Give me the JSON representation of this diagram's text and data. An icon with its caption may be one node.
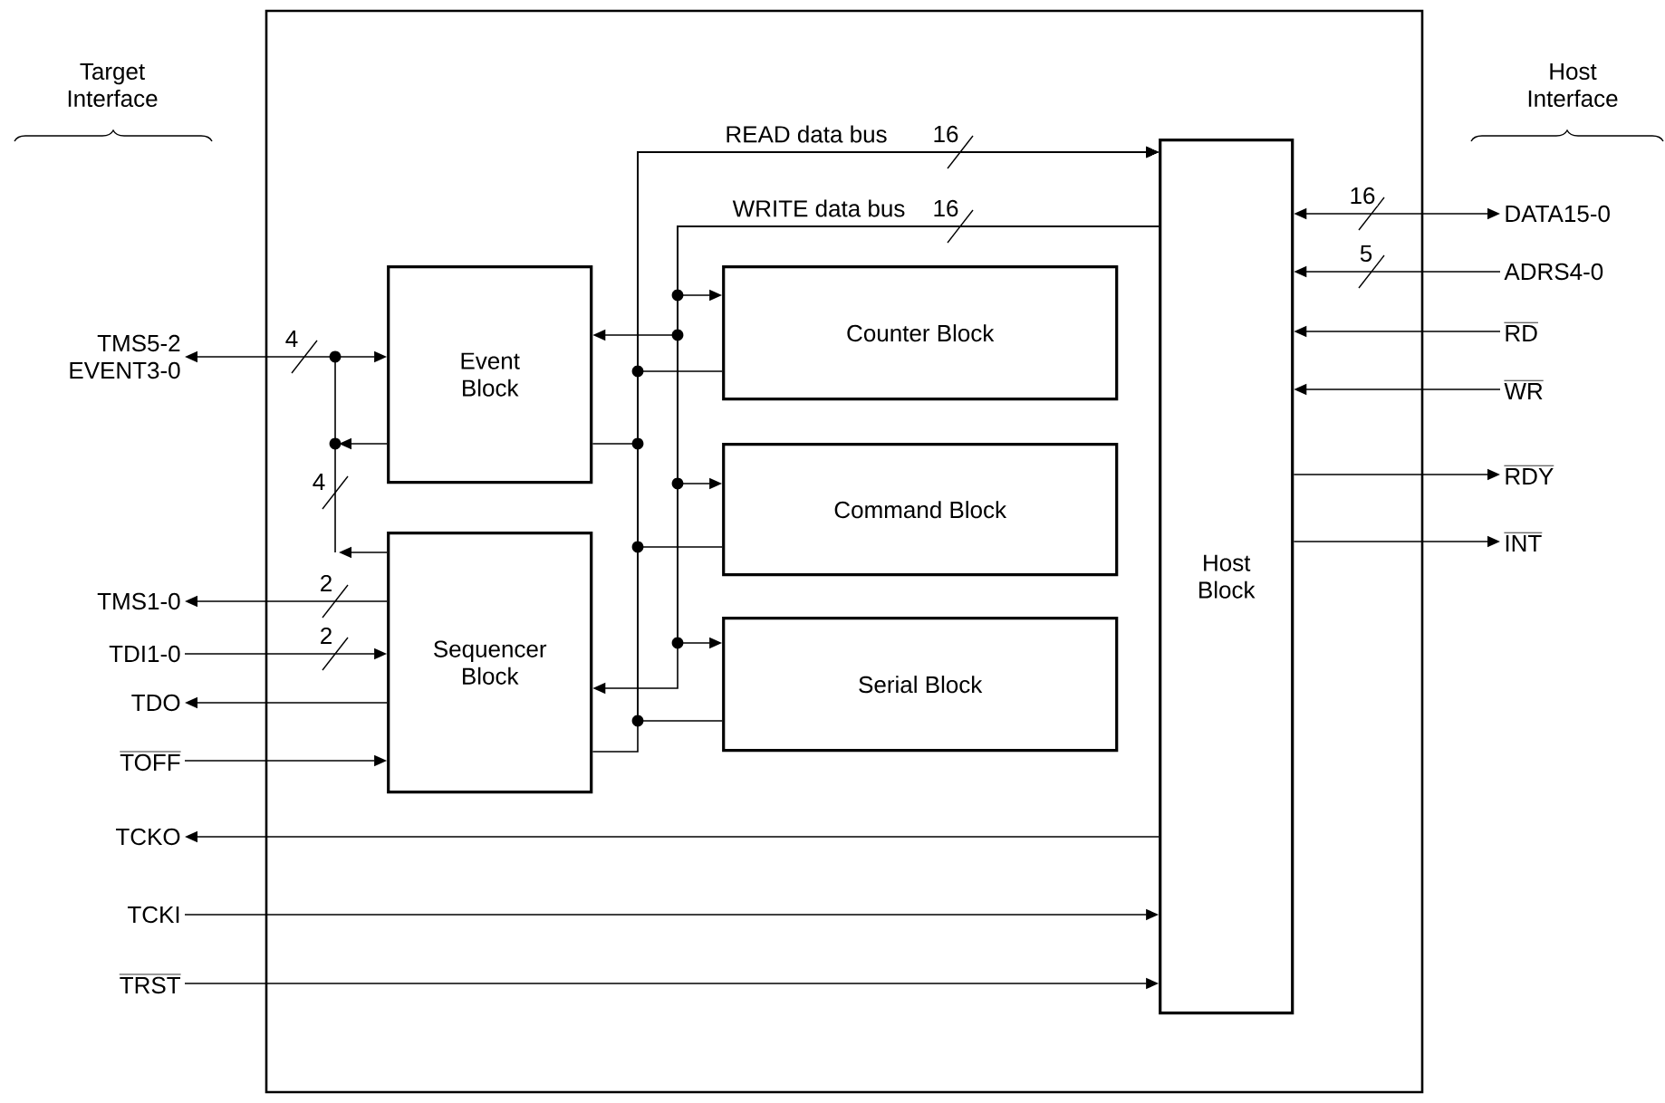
{
  "diagram": {
    "nodes": [
      {
        "text": [],
        "shape": "box"
      },
      {
        "text": [
          "Event Block"
        ],
        "in": 0
      },
      {
        "text": [
          "Sequencer Block"
        ],
        "in": 0
      },
      {
        "text": [
          "Counter Block"
        ],
        "in": 0
      },
      {
        "text": [
          "Command Block"
        ],
        "in": 0
      },
      {
        "text": [
          "Serial Block"
        ],
        "in": 0
      },
      {
        "text": [
          "Host Block"
        ],
        "in": 0
      },
      {
        "text": [
          "TMS5-2",
          "EVENT3-0"
        ]
      },
      {
        "text": [
          "TMS1-0"
        ]
      },
      {
        "text": [
          "TDI1-0"
        ]
      },
      {
        "text": [
          "TDO"
        ]
      },
      {
        "text": [
          "TOFF"
        ]
      },
      {
        "text": [
          "TCKO"
        ]
      },
      {
        "text": [
          "TCKI"
        ]
      },
      {
        "text": [
          "TRST"
        ]
      },
      {
        "text": [
          "DATA15-0"
        ]
      },
      {
        "text": [
          "ADRS4-0"
        ]
      },
      {
        "text": [
          "RD"
        ]
      },
      {
        "text": [
          "WR"
        ]
      },
      {
        "text": [
          "RDY"
        ]
      },
      {
        "text": [
          "INT"
        ]
      }
    ],
    "edges": [
      {
        "from": 1,
        "to": 7,
        "arrow": "both",
        "label": "4"
      },
      {
        "from": 1,
        "to": null,
        "arrow": "to"
      },
      {
        "from": 2,
        "to": null,
        "arrow": "to",
        "label": "4"
      },
      {
        "from": 2,
        "to": 8,
        "arrow": "to",
        "label": "2"
      },
      {
        "from": 9,
        "to": 2,
        "arrow": "to",
        "label": "2"
      },
      {
        "from": 2,
        "to": 10,
        "arrow": "to"
      },
      {
        "from": 11,
        "to": 2,
        "arrow": "to"
      },
      {
        "from": 6,
        "to": 12,
        "arrow": "to"
      },
      {
        "from": 13,
        "to": 6,
        "arrow": "to"
      },
      {
        "from": 14,
        "to": 6,
        "arrow": "to"
      },
      {
        "from": 6,
        "to": 15,
        "arrow": "both",
        "label": "16"
      },
      {
        "from": 16,
        "to": 6,
        "arrow": "to",
        "label": "5"
      },
      {
        "from": 17,
        "to": 6,
        "arrow": "to"
      },
      {
        "from": 18,
        "to": 6,
        "arrow": "to"
      },
      {
        "from": 6,
        "to": 19,
        "arrow": "to"
      },
      {
        "from": 6,
        "to": 20,
        "arrow": "to"
      },
      {
        "from": 1,
        "to": 6,
        "arrow": "to",
        "label": "READ data bus"
      },
      {
        "from": 3,
        "to": 6,
        "arrow": "to",
        "label": "16"
      },
      {
        "from": 4,
        "to": 6,
        "arrow": "to"
      },
      {
        "from": 5,
        "to": 6,
        "arrow": "to"
      },
      {
        "from": 2,
        "to": 6,
        "arrow": "to"
      },
      {
        "from": 6,
        "to": 3,
        "arrow": "to",
        "label": "WRITE data bus"
      },
      {
        "from": 6,
        "to": 1,
        "arrow": "to",
        "label": "16"
      },
      {
        "from": 6,
        "to": 4,
        "arrow": "to"
      },
      {
        "from": 6,
        "to": 5,
        "arrow": "to"
      },
      {
        "from": 6,
        "to": 2,
        "arrow": "to"
      }
    ],
    "labels": [
      "Target Interface",
      "Host Interface"
    ]
  }
}
